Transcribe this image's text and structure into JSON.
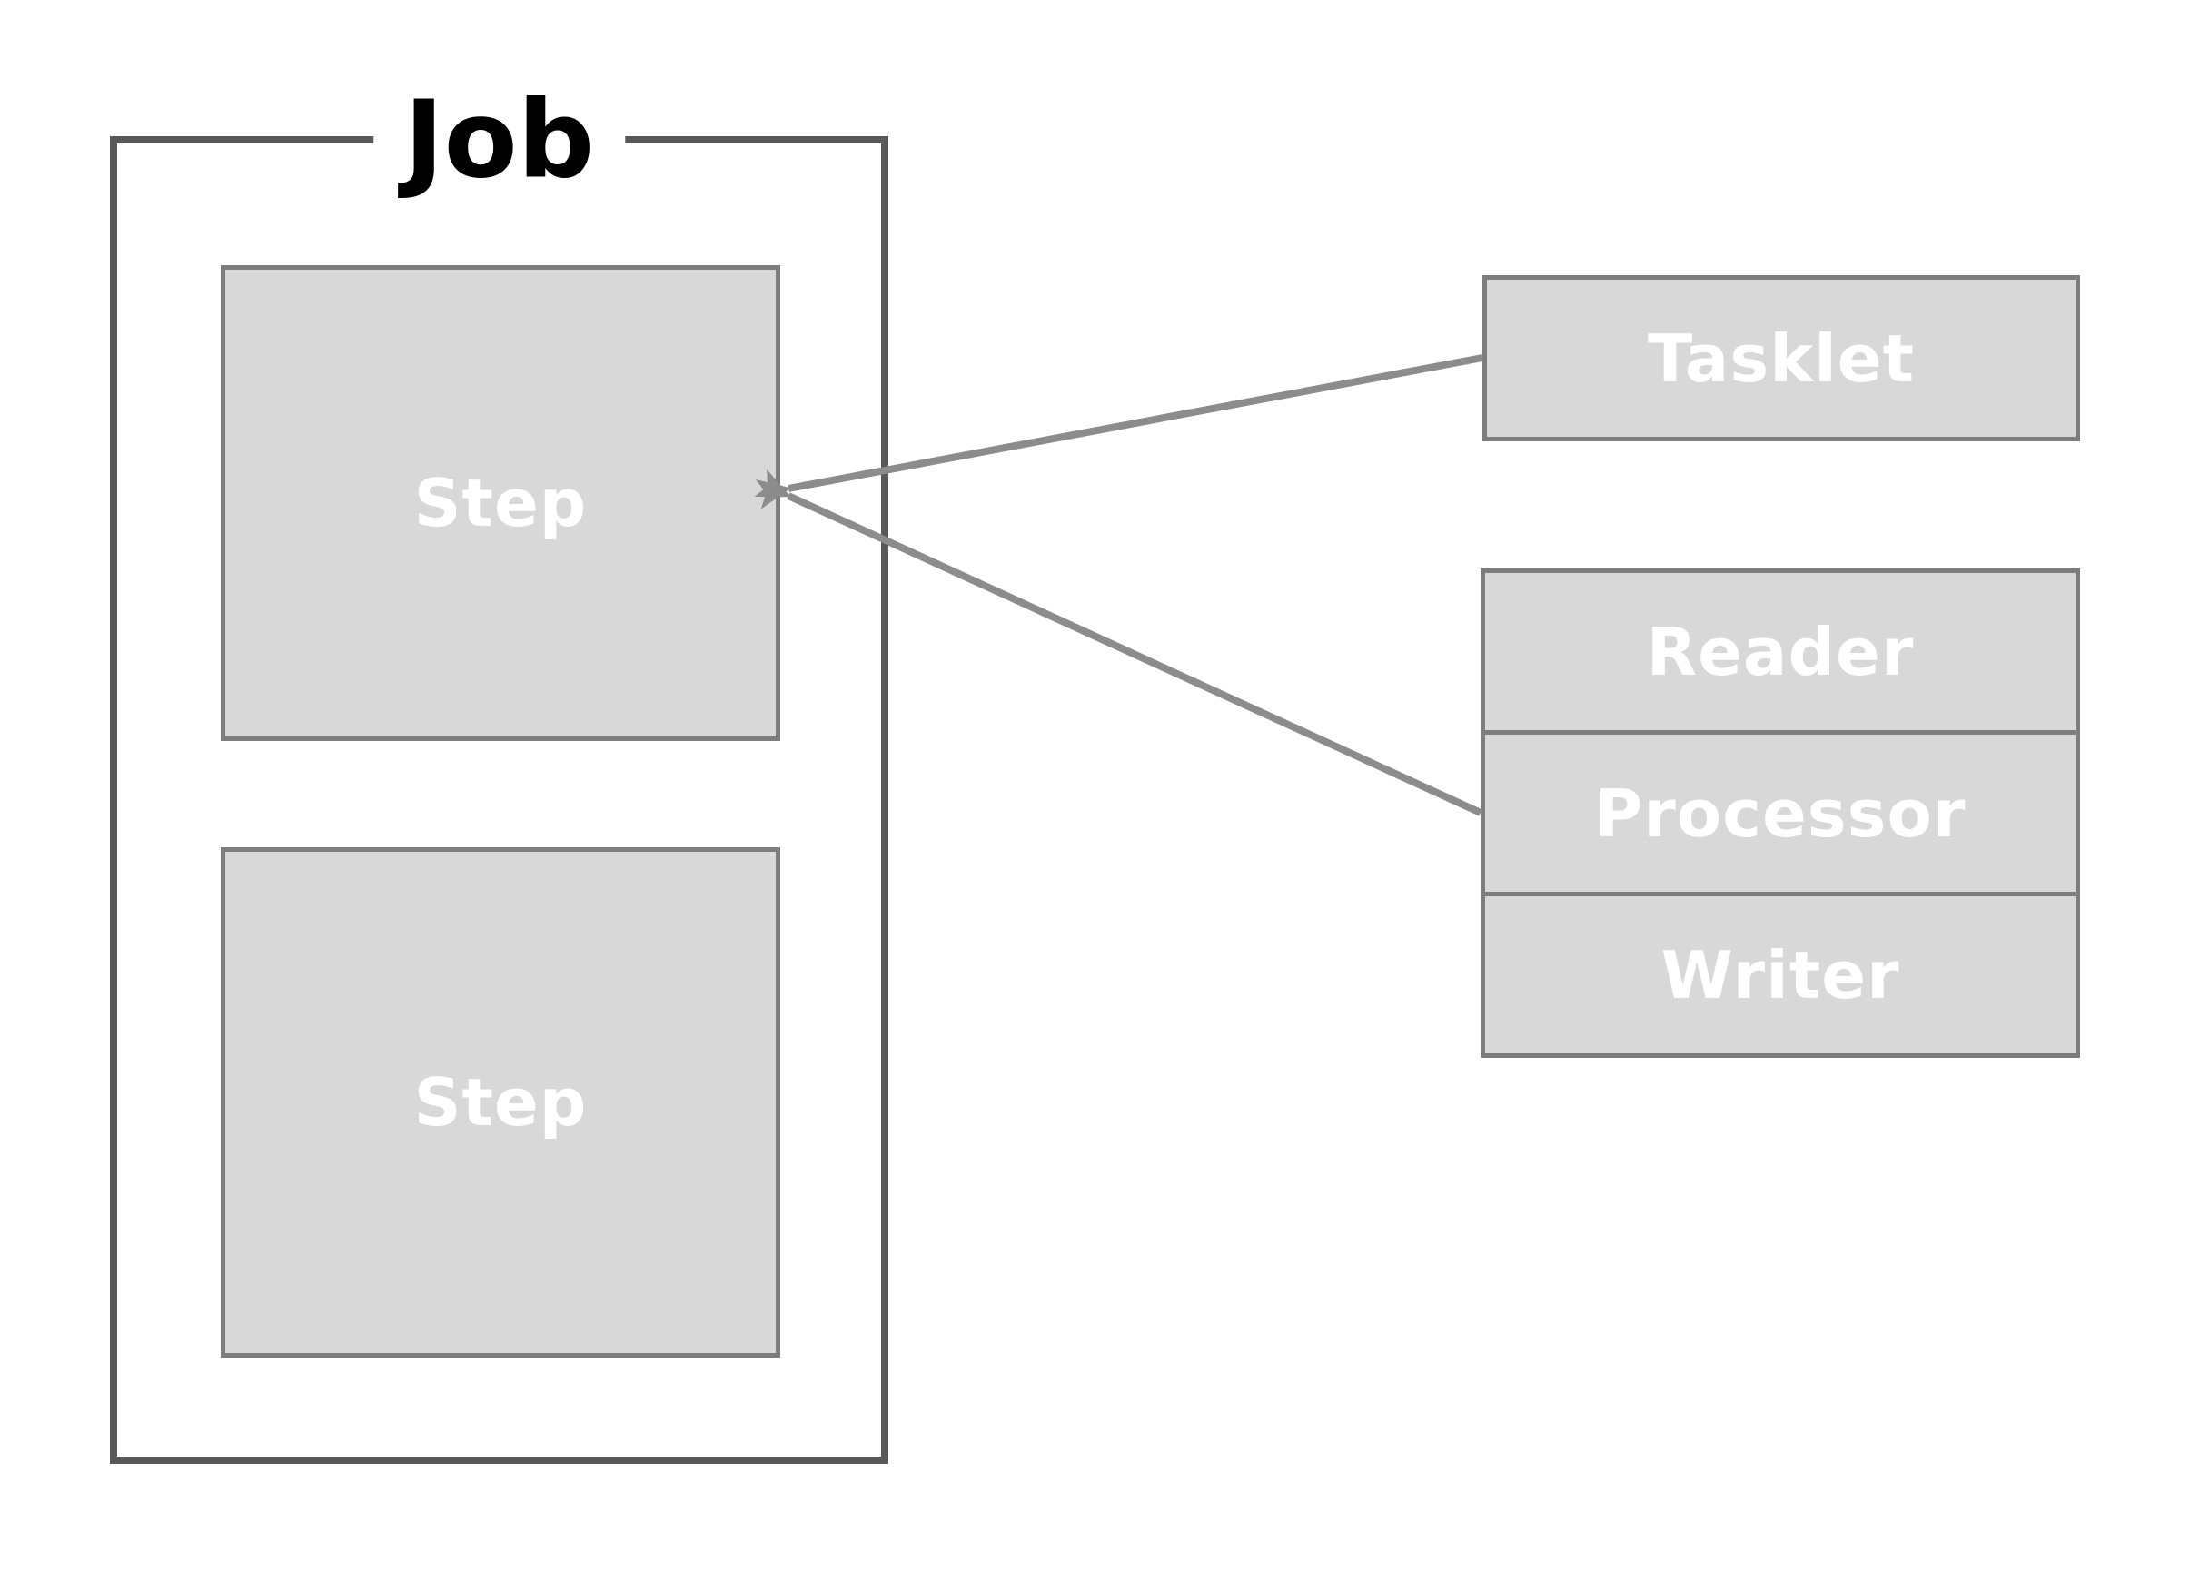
{
  "diagram": {
    "job": {
      "title": "Job",
      "steps": [
        {
          "label": "Step"
        },
        {
          "label": "Step"
        }
      ]
    },
    "tasklet": {
      "label": "Tasklet"
    },
    "chunk": {
      "rows": [
        {
          "label": "Reader"
        },
        {
          "label": "Processor"
        },
        {
          "label": "Writer"
        }
      ]
    },
    "arrows": [
      {
        "from": "tasklet",
        "to": "step-1"
      },
      {
        "from": "processor",
        "to": "step-1"
      }
    ],
    "colors": {
      "background": "#ffffff",
      "job_border": "#595959",
      "box_fill": "#d8d8d8",
      "box_border": "#7d7d7d",
      "box_text": "#ffffff",
      "title_text": "#000000",
      "arrow": "#8c8c8c"
    }
  }
}
